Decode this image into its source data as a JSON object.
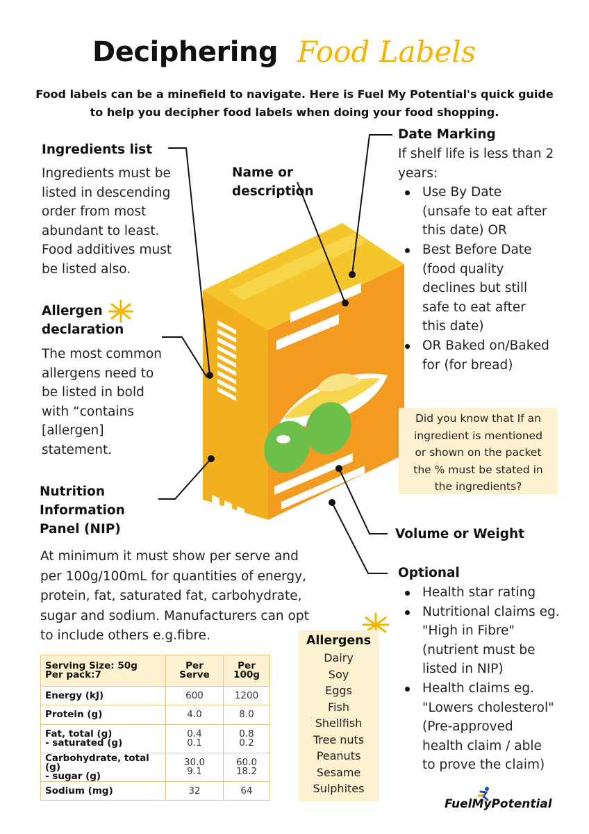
{
  "title": {
    "bold": "Deciphering",
    "script": "Food Labels"
  },
  "intro": {
    "line1": "Food labels can be a minefield to navigate. Here is Fuel My Potential's quick guide",
    "line2": "to help you decipher food labels when doing your food shopping."
  },
  "ingredients": {
    "heading": "Ingredients list",
    "lines": [
      "Ingredients must be",
      "listed in descending",
      "order from most",
      "abundant to least.",
      "Food additives must",
      "be listed also."
    ]
  },
  "name_desc": {
    "line1": "Name or",
    "line2": "description"
  },
  "date_marking": {
    "heading": "Date Marking",
    "lines": [
      "If shelf life is less than 2",
      "years:"
    ],
    "items": [
      {
        "lines": [
          "Use By Date",
          "(unsafe to eat after",
          "this date) OR"
        ]
      },
      {
        "lines": [
          "Best Before Date",
          "(food quality",
          "declines but still",
          "safe to eat after",
          "this date)"
        ]
      },
      {
        "lines": [
          "OR Baked on/Baked",
          "for (for bread)"
        ]
      }
    ]
  },
  "allergen_decl": {
    "heading_lines": [
      "Allergen",
      "declaration"
    ],
    "lines": [
      "The most common",
      "allergens need to",
      "be listed in bold",
      "with “contains",
      "[allergen]",
      "statement."
    ]
  },
  "did_you_know": {
    "lines": [
      "Did you know that If an",
      "ingredient is mentioned",
      "or shown on the packet",
      "the % must be stated in",
      "the ingredients?"
    ]
  },
  "nip": {
    "heading_lines": [
      "Nutrition",
      "Information",
      "Panel (NIP)"
    ],
    "lines": [
      "At minimum it must show per serve and",
      "per 100g/100mL for quantities of energy,",
      "protein, fat, saturated fat, carbohydrate,",
      "sugar and sodium. Manufacturers can opt",
      "to include others e.g.fibre."
    ]
  },
  "volume": {
    "heading": "Volume or Weight"
  },
  "optional": {
    "heading": "Optional",
    "items": [
      {
        "lines": [
          "Health star rating"
        ]
      },
      {
        "lines": [
          "Nutritional claims eg.",
          "\"High in Fibre\"",
          "(nutrient must be",
          "listed in NIP)"
        ]
      },
      {
        "lines": [
          "Health claims eg.",
          "\"Lowers cholesterol\"",
          "(Pre-approved",
          "health claim / able",
          "to prove the claim)"
        ]
      }
    ]
  },
  "allergens": {
    "heading": "Allergens",
    "items": [
      "Dairy",
      "Soy",
      "Eggs",
      "Fish",
      "Shellfish",
      "Tree nuts",
      "Peanuts",
      "Sesame",
      "Sulphites"
    ]
  },
  "table": {
    "header": {
      "label1": "Serving Size: 50g",
      "label2": "Per pack:7",
      "col1": "Per Serve",
      "col2": "Per 100g"
    },
    "rows": [
      {
        "l1": "Energy (kJ)",
        "l2": "",
        "a1": "600",
        "a2": "",
        "b1": "1200",
        "b2": ""
      },
      {
        "l1": "Protein (g)",
        "l2": "",
        "a1": "4.0",
        "a2": "",
        "b1": "8.0",
        "b2": ""
      },
      {
        "l1": "Fat, total (g)",
        "l2": "- saturated (g)",
        "a1": "0.4",
        "a2": "0.1",
        "b1": "0.8",
        "b2": "0.2"
      },
      {
        "l1": "Carbohydrate, total (g)",
        "l2": "- sugar (g)",
        "a1": "30.0",
        "a2": "9.1",
        "b1": "60.0",
        "b2": "18.2"
      },
      {
        "l1": "Sodium (mg)",
        "l2": "",
        "a1": "32",
        "a2": "",
        "b1": "64",
        "b2": ""
      }
    ]
  },
  "logo": {
    "part1": "Fuel",
    "part2": "My",
    "part3": "Potential"
  },
  "colors": {
    "accent_yellow": "#f5b400",
    "box_orange": "#f28c1a",
    "box_front": "#f39a20",
    "box_side": "#f2b01e",
    "box_top": "#f5c52c",
    "pale": "#fdf1cf",
    "green": "#6cc04a",
    "logo_blue": "#1f4fa8"
  },
  "icons": [
    "sparkle-icon",
    "cereal-box-illustration",
    "runner-icon"
  ]
}
